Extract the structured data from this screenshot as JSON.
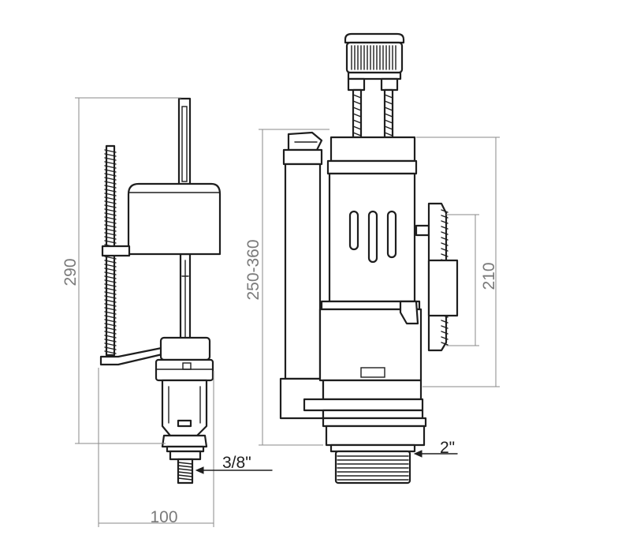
{
  "dimensions": {
    "fill_valve_height": "290",
    "fill_valve_width": "100",
    "fill_valve_thread": "3/8\"",
    "flush_valve_height": "250-360",
    "flush_valve_overflow": "210",
    "flush_valve_outlet": "2\""
  },
  "colors": {
    "line": "#1e1e1e",
    "dimension": "#8a8a8a",
    "background": "#ffffff"
  }
}
